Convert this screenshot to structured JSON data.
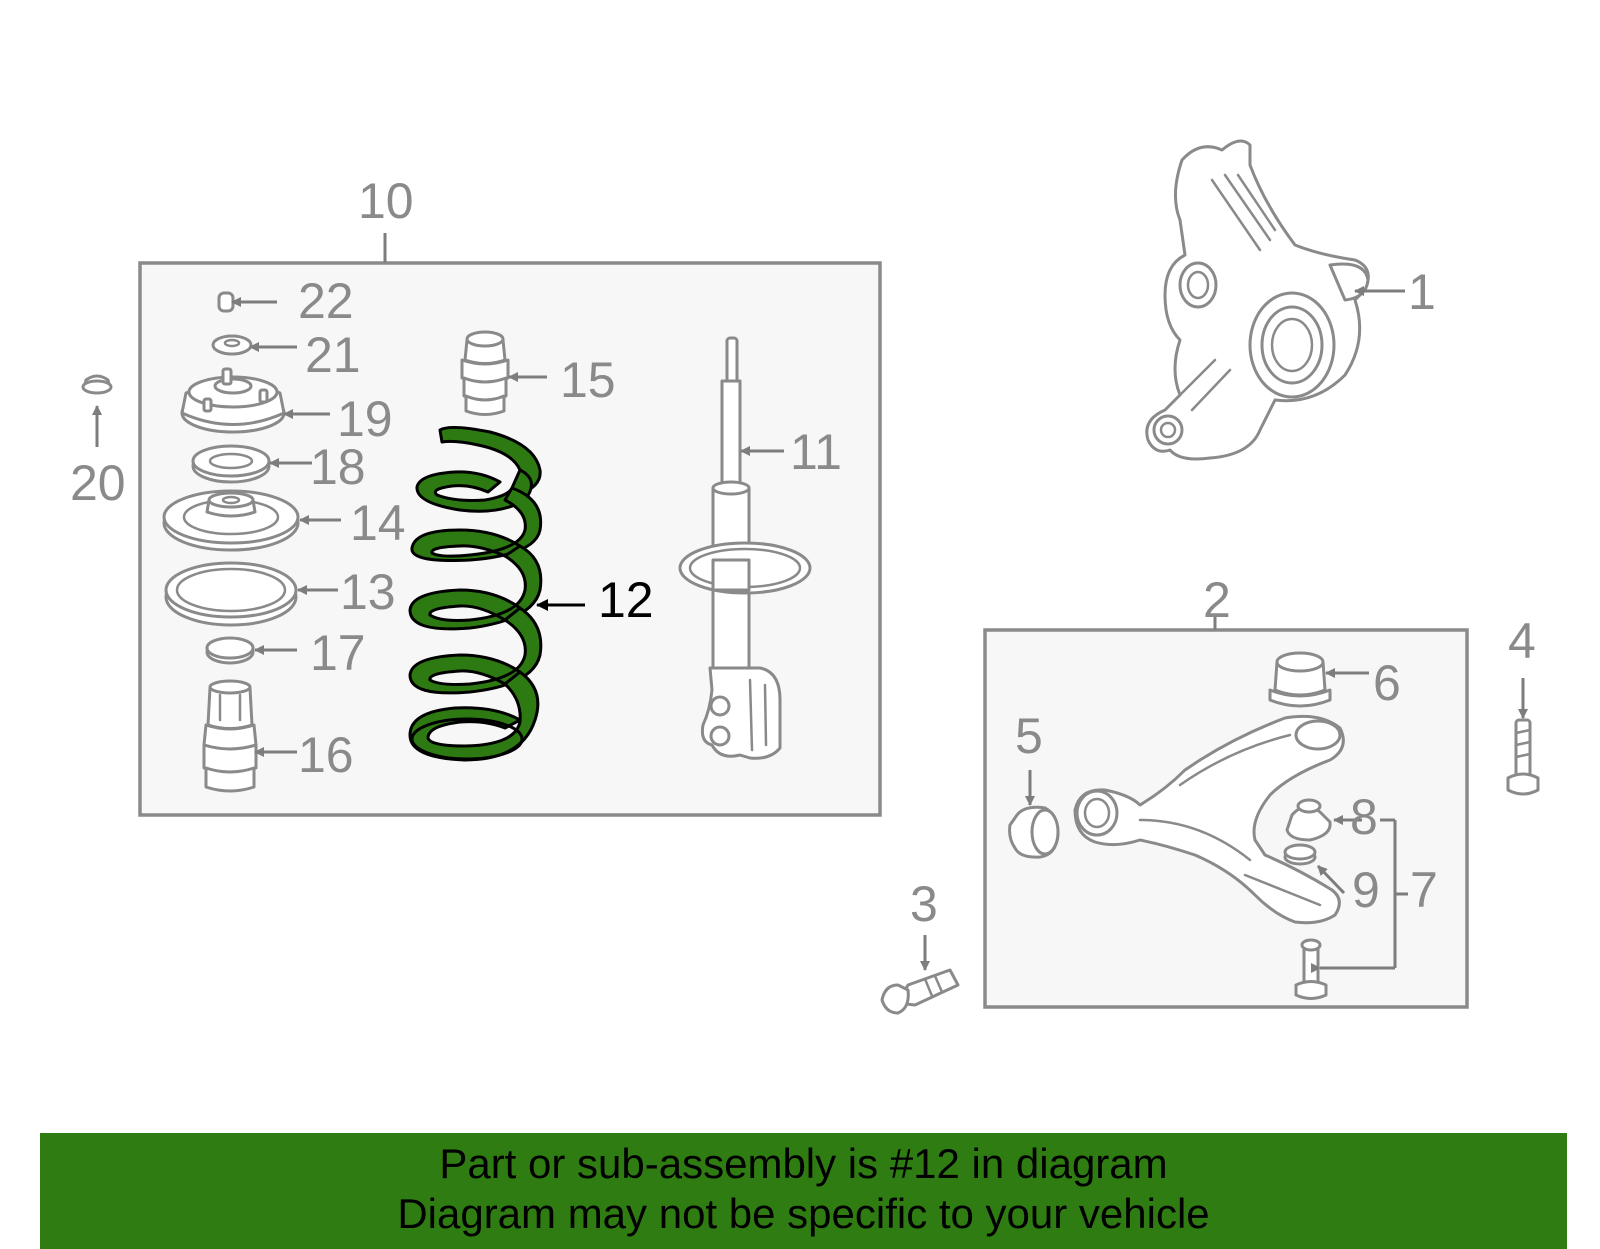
{
  "diagram": {
    "highlighted_part": "12",
    "highlight_color": "#2e7a12",
    "line_color": "#8a8a8a",
    "callouts": [
      "1",
      "2",
      "3",
      "4",
      "5",
      "6",
      "7",
      "8",
      "9",
      "10",
      "11",
      "12",
      "13",
      "14",
      "15",
      "16",
      "17",
      "18",
      "19",
      "20",
      "21",
      "22"
    ]
  },
  "banner": {
    "line1": "Part or sub-assembly is #12 in diagram",
    "line2": "Diagram may not be specific to your vehicle",
    "background": "#2f7d12"
  }
}
